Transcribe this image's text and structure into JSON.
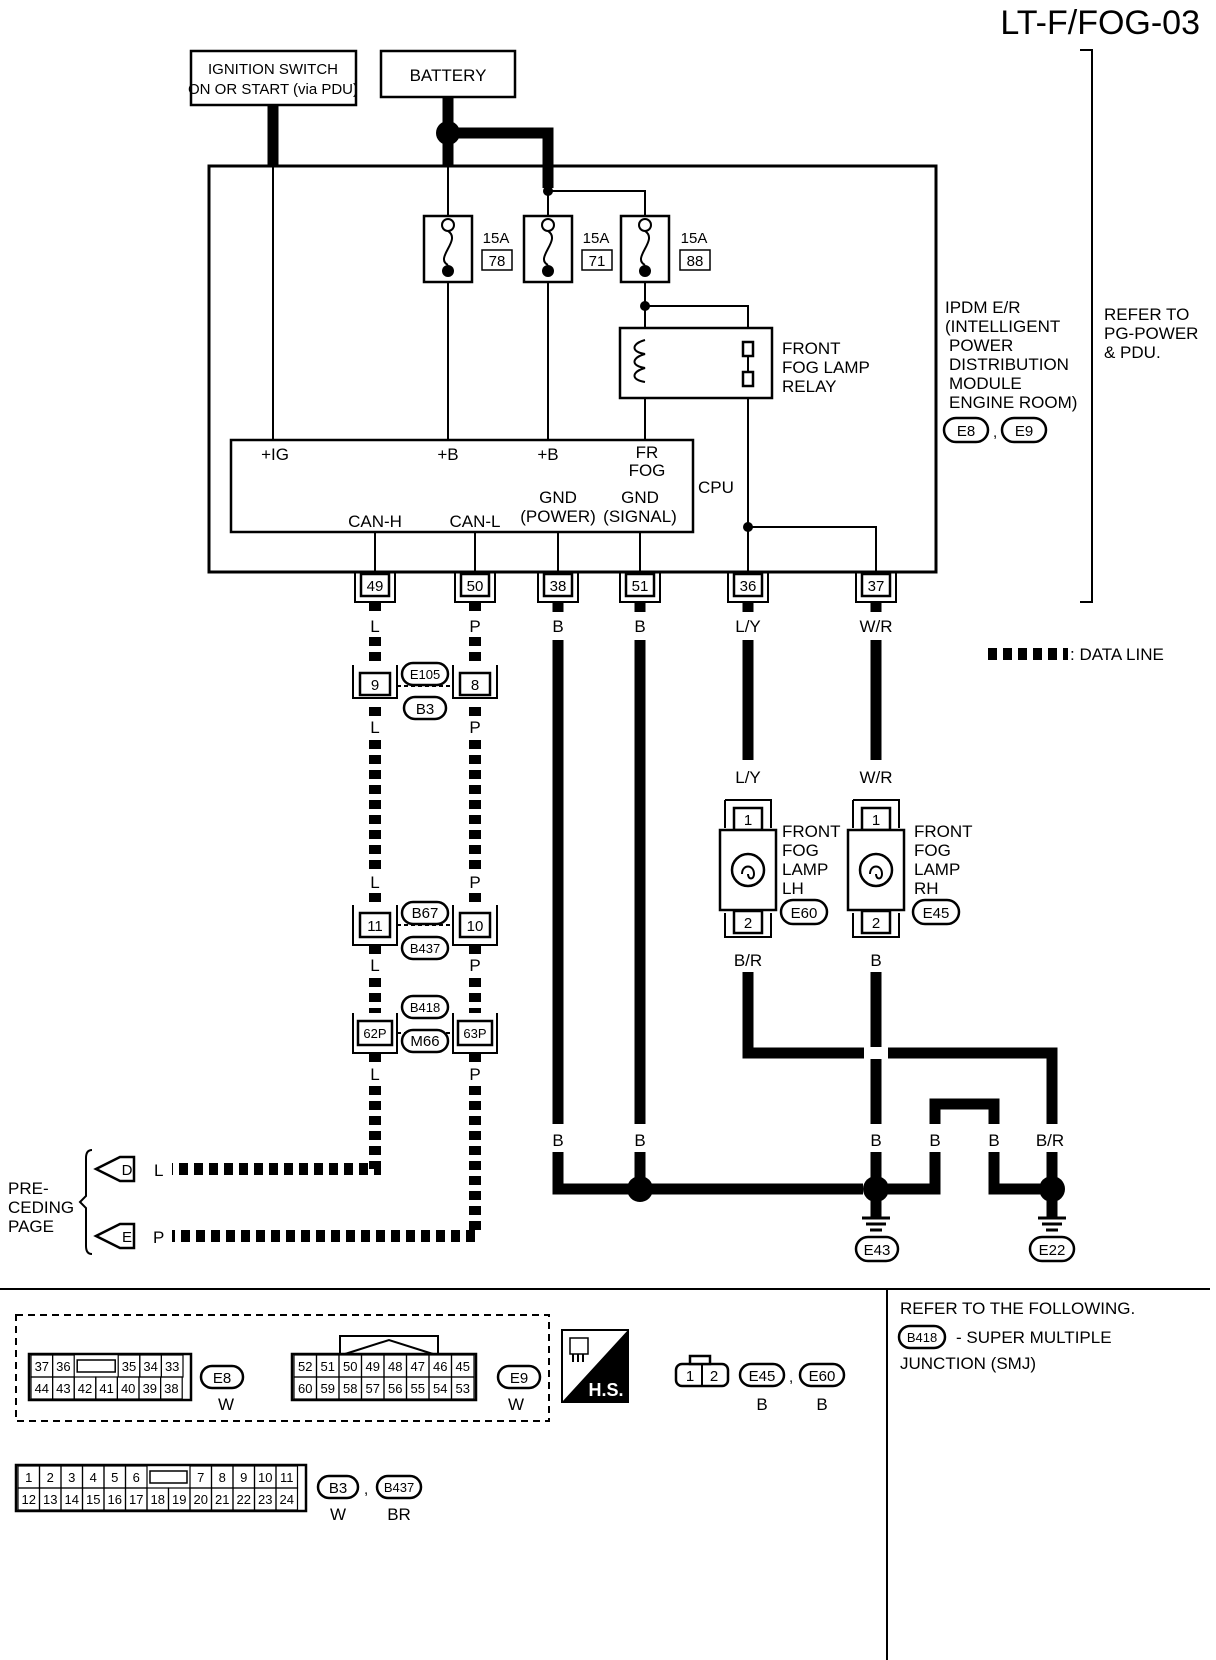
{
  "page_id": "LT-F/FOG-03",
  "sources": {
    "ignition": [
      "IGNITION SWITCH",
      "ON OR START (via PDU)"
    ],
    "battery": "BATTERY"
  },
  "fuses": [
    {
      "amps": "15A",
      "num": "78"
    },
    {
      "amps": "15A",
      "num": "71"
    },
    {
      "amps": "15A",
      "num": "88"
    }
  ],
  "relay": [
    "FRONT",
    "FOG LAMP",
    "RELAY"
  ],
  "ipdm": {
    "lines": [
      "IPDM E/R",
      "(INTELLIGENT",
      "POWER",
      "DISTRIBUTION",
      "MODULE",
      "ENGINE ROOM)"
    ],
    "connectors": [
      "E8",
      "E9"
    ]
  },
  "refer_power": [
    "REFER TO",
    "PG-POWER",
    "& PDU."
  ],
  "cpu": {
    "label": "CPU",
    "inputs": [
      "+IG",
      "+B",
      "+B"
    ],
    "fr_fog": [
      "FR",
      "FOG"
    ],
    "can_h": "CAN-H",
    "can_l": "CAN-L",
    "gnd_power": [
      "GND",
      "(POWER)"
    ],
    "gnd_signal": [
      "GND",
      "(SIGNAL)"
    ]
  },
  "pins": [
    "49",
    "50",
    "38",
    "51",
    "36",
    "37"
  ],
  "wire_colors": {
    "can_h": "L",
    "can_l": "P",
    "gnd": "B",
    "lamp_lh": "L/Y",
    "lamp_rh": "W/R",
    "lamp_lh_gnd": "B/R"
  },
  "legend_data_line": ": DATA LINE",
  "connectors": {
    "e105": {
      "top": "E105",
      "bottom": "B3",
      "left_pin": "9",
      "right_pin": "8"
    },
    "b67": {
      "top": "B67",
      "bottom": "B437",
      "left_pin": "11",
      "right_pin": "10"
    },
    "b418": {
      "top": "B418",
      "bottom": "M66",
      "left_pin": "62P",
      "right_pin": "63P"
    }
  },
  "lamps": [
    {
      "name": [
        "FRONT",
        "FOG",
        "LAMP",
        "LH"
      ],
      "conn": "E60",
      "pin1": "1",
      "pin2": "2"
    },
    {
      "name": [
        "FRONT",
        "FOG",
        "LAMP",
        "RH"
      ],
      "conn": "E45",
      "pin1": "1",
      "pin2": "2"
    }
  ],
  "grounds": [
    "E43",
    "E22"
  ],
  "preceding": {
    "label": [
      "PRE-",
      "CEDING",
      "PAGE"
    ],
    "arrows": [
      "D",
      "E"
    ]
  },
  "bottom": {
    "e8_rows": [
      [
        "37",
        "36",
        "",
        "35",
        "34",
        "33"
      ],
      [
        "44",
        "43",
        "42",
        "41",
        "40",
        "39",
        "38"
      ]
    ],
    "e8": {
      "name": "E8",
      "color": "W"
    },
    "e9_rows": [
      [
        "52",
        "51",
        "50",
        "49",
        "48",
        "47",
        "46",
        "45"
      ],
      [
        "60",
        "59",
        "58",
        "57",
        "56",
        "55",
        "54",
        "53"
      ]
    ],
    "e9": {
      "name": "E9",
      "color": "W"
    },
    "hs": "H.S.",
    "lamp_conn_pins": [
      "1",
      "2"
    ],
    "e45": {
      "name": "E45",
      "color": "B"
    },
    "e60": {
      "name": "E60",
      "color": "B"
    },
    "b3_rows": [
      [
        "1",
        "2",
        "3",
        "4",
        "5",
        "6",
        "",
        "7",
        "8",
        "9",
        "10",
        "11"
      ],
      [
        "12",
        "13",
        "14",
        "15",
        "16",
        "17",
        "18",
        "19",
        "20",
        "21",
        "22",
        "23",
        "24"
      ]
    ],
    "b3": {
      "name": "B3",
      "color": "W"
    },
    "b437": {
      "name": "B437",
      "color": "BR"
    },
    "refer_note": "REFER TO THE FOLLOWING.",
    "smj_conn": "B418",
    "smj_text": [
      "- SUPER MULTIPLE",
      "JUNCTION (SMJ)"
    ]
  }
}
